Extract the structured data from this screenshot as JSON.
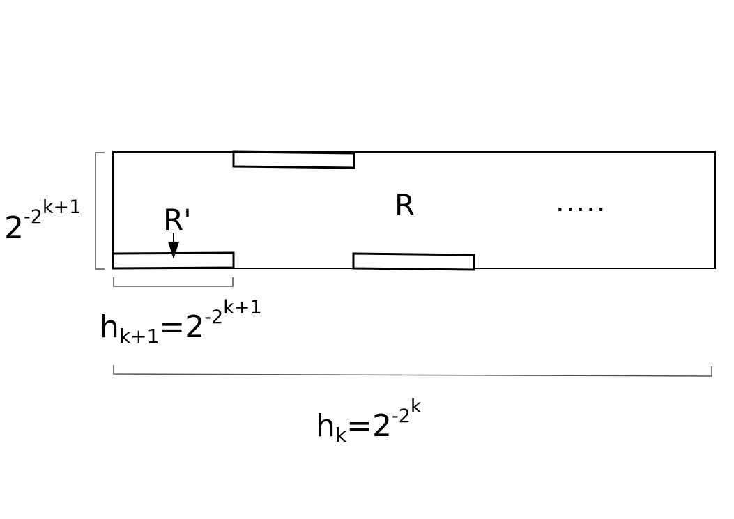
{
  "labels": {
    "big_rect": "R",
    "small_rect": "R'",
    "ellipsis": ".....",
    "height": {
      "base": "2",
      "exp_prefix": "-2",
      "exp": "k+1"
    },
    "hk1": {
      "h": "h",
      "sub": "k+1",
      "eq": "=2",
      "exp_prefix": "-2",
      "exp": "k+1"
    },
    "hk": {
      "h": "h",
      "sub": "k",
      "eq": "=2",
      "exp_prefix": "-2",
      "exp": "k"
    }
  },
  "colors": {
    "stroke": "#000000",
    "bracket": "#555555"
  }
}
